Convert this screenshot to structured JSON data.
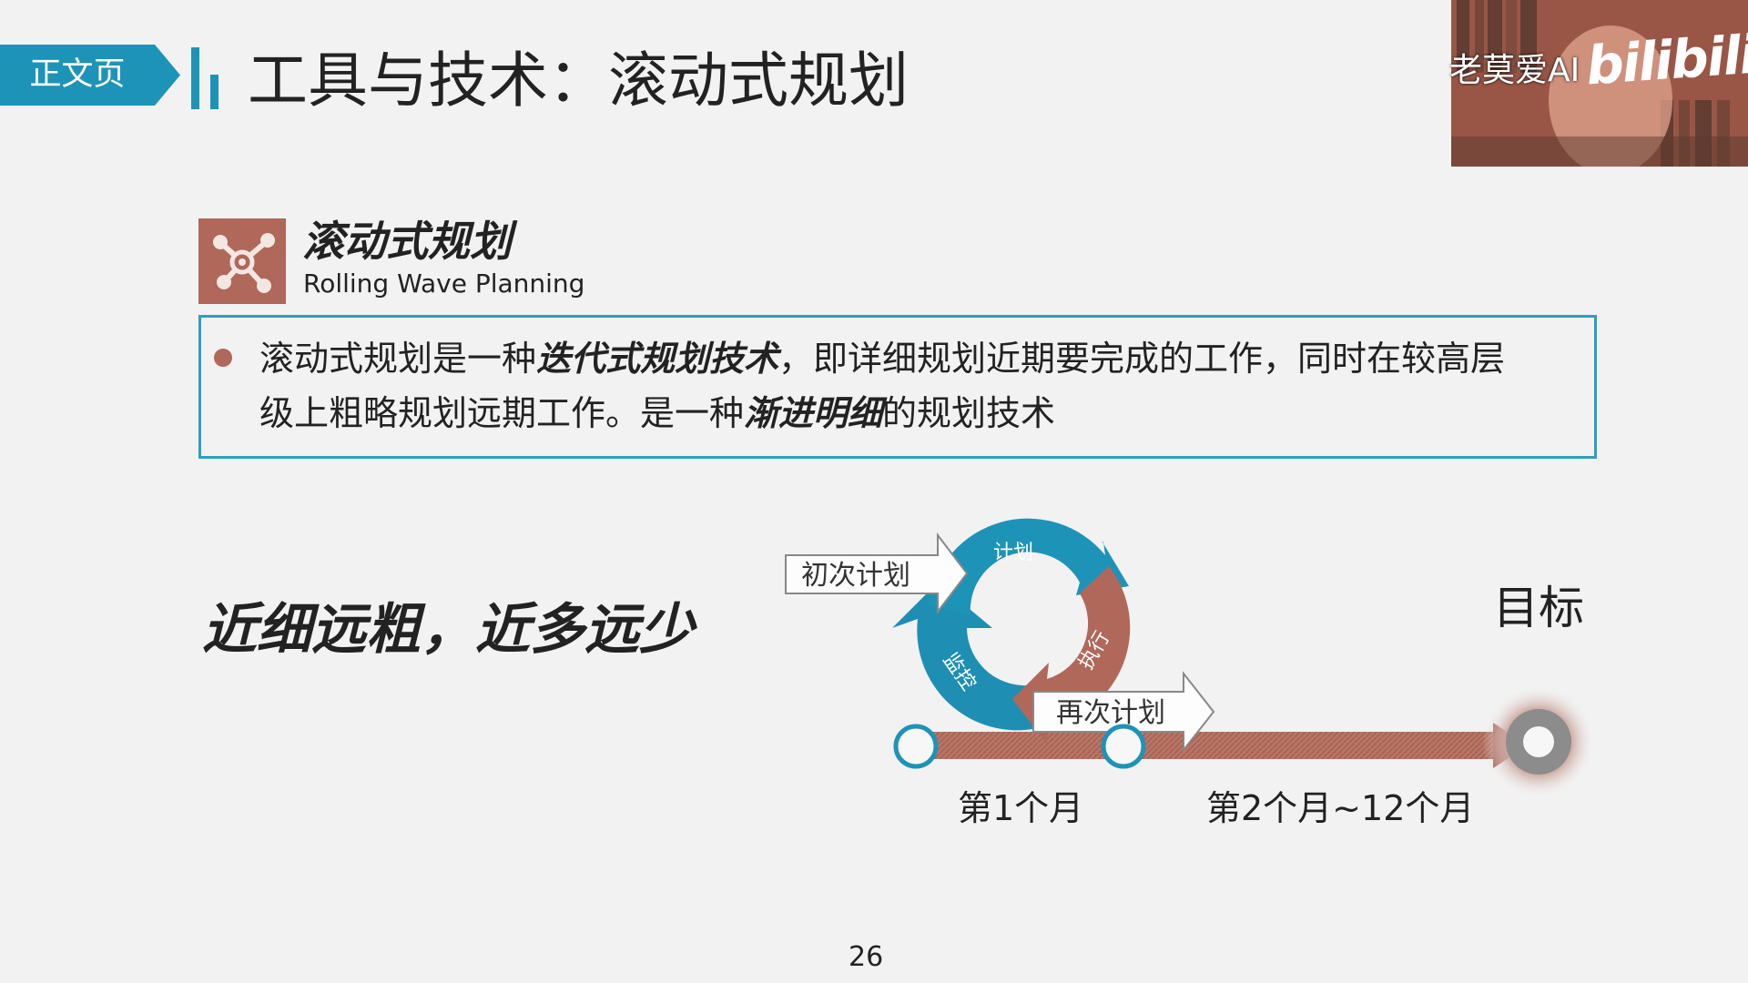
{
  "header": {
    "tag_label": "正文页",
    "title": "工具与技术：滚动式规划"
  },
  "webcam": {
    "name": "老莫爱AI",
    "logo": "bilibili"
  },
  "section": {
    "icon": "network-nodes-icon",
    "title": "滚动式规划",
    "subtitle": "Rolling Wave Planning"
  },
  "definition": {
    "line1_a": "滚动式规划是一种",
    "line1_emph": "迭代式规划技术",
    "line1_b": "，即详细规划近期要完成的工作，同时在较高层",
    "line2_a": "级上粗略规划远期工作。是一种",
    "line2_emph": "渐进明细",
    "line2_b": "的规划技术"
  },
  "slogan": "近细远粗，近多远少",
  "diagram": {
    "cycle_plan": "计划",
    "cycle_execute": "执行",
    "cycle_monitor": "监控",
    "callout_initial": "初次计划",
    "callout_replan": "再次计划",
    "goal": "目标",
    "month_1": "第1个月",
    "month_2_12": "第2个月~12个月"
  },
  "colors": {
    "accent_blue": "#1e93b8",
    "accent_brown": "#b0685a",
    "box_border": "#2aa0c2"
  },
  "footer": {
    "page_number": "26"
  }
}
